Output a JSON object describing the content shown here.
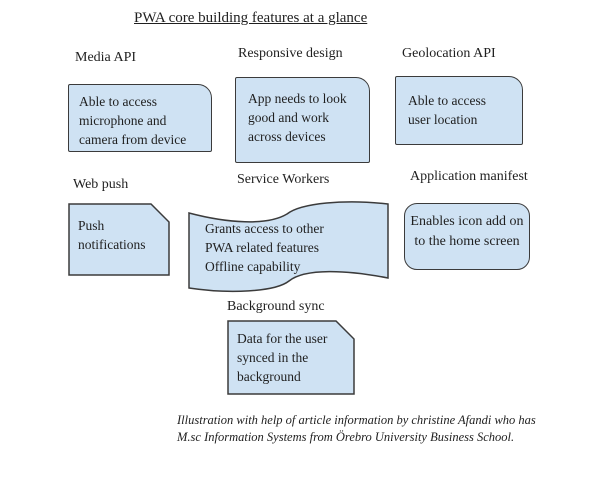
{
  "title": "PWA core building features at a glance",
  "colors": {
    "node_fill": "#cfe2f3",
    "node_border": "#3b3b3b"
  },
  "nodes": {
    "media_api": {
      "label": "Media API",
      "text": "Able to access\nmicrophone and\ncamera from device",
      "shape": "rounded-top-right-rectangle"
    },
    "responsive_design": {
      "label": "Responsive design",
      "text": "App needs to look\ngood and work\nacross devices",
      "shape": "rounded-top-right-rectangle"
    },
    "geolocation_api": {
      "label": "Geolocation API",
      "text": "Able to access\nuser location",
      "shape": "rounded-top-right-rectangle"
    },
    "web_push": {
      "label": "Web push",
      "text": "Push\nnotifications",
      "shape": "card-cut-corner"
    },
    "service_workers": {
      "label": "Service Workers",
      "text": "Grants access to other\nPWA related features\nOffline capability",
      "shape": "wave-flag"
    },
    "application_manifest": {
      "label": "Application manifest",
      "text": "Enables icon add on\nto the home screen",
      "shape": "rounded-rectangle"
    },
    "background_sync": {
      "label": "Background sync",
      "text": "Data for the user\nsynced in the\nbackground",
      "shape": "card-cut-corner"
    }
  },
  "footer": {
    "line1": "Illustration with help of article information by christine Afandi who has",
    "line2": "M.sc Information Systems from Örebro University Business School."
  }
}
